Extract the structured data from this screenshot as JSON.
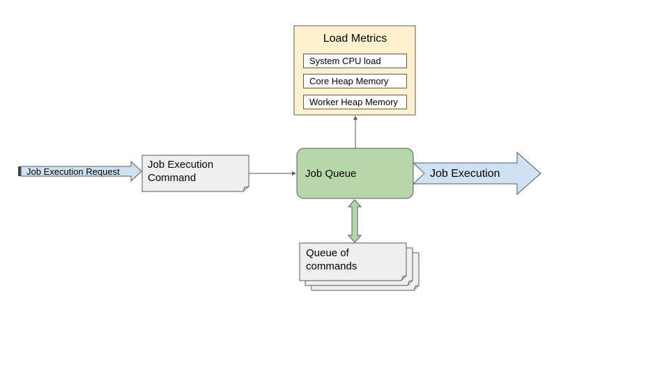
{
  "load_metrics": {
    "title": "Load Metrics",
    "items": [
      {
        "label": "System CPU load"
      },
      {
        "label": "Core Heap Memory"
      },
      {
        "label": "Worker Heap Memory"
      }
    ]
  },
  "request_arrow": {
    "label": "Job Execution Request"
  },
  "command_doc": {
    "line1": "Job Execution",
    "line2": "Command"
  },
  "job_queue": {
    "label": "Job Queue"
  },
  "execution_arrow": {
    "label": "Job Execution"
  },
  "queue_of_commands": {
    "line1": "Queue of",
    "line2": "commands"
  },
  "colors": {
    "metrics_fill": "#fff2cc",
    "queue_fill": "#b6d7a8",
    "arrow_fill": "#cfe2f3",
    "doc_fill": "#efefef",
    "stroke": "#595959"
  }
}
